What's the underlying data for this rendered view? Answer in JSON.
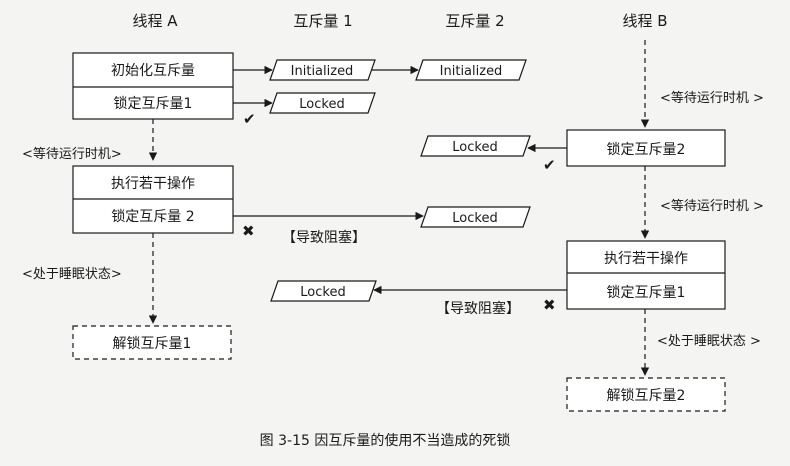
{
  "headers": {
    "thread_a": "线程 A",
    "mutex_1": "互斥量 1",
    "mutex_2": "互斥量 2",
    "thread_b": "线程 B"
  },
  "thread_a": {
    "init_box": "初始化互斥量",
    "lock1_box": "锁定互斥量1",
    "wait_note": "<等待运行时机>",
    "exec_box": "执行若干操作",
    "lock2_box": "锁定互斥量 2",
    "sleep_note": "<处于睡眠状态>",
    "unlock_box": "解锁互斥量1"
  },
  "thread_b": {
    "wait_note_1": "<等待运行时机 >",
    "lock2_box": "锁定互斥量2",
    "wait_note_2": "<等待运行时机 >",
    "exec_box": "执行若干操作",
    "lock1_box": "锁定互斥量1",
    "sleep_note": "<处于睡眠状态 >",
    "unlock_box": "解锁互斥量2"
  },
  "states": {
    "m1_initialized": "Initialized",
    "m2_initialized": "Initialized",
    "m1_locked": "Locked",
    "m2_locked_by_b": "Locked",
    "m2_locked_blocking": "Locked",
    "m1_locked_blocking": "Locked"
  },
  "blocked_label_a": "【导致阻塞】",
  "blocked_label_b": "【导致阻塞】",
  "marks": {
    "check": "✔",
    "cross": "✖"
  },
  "caption": "图 3-15    因互斥量的使用不当造成的死锁"
}
